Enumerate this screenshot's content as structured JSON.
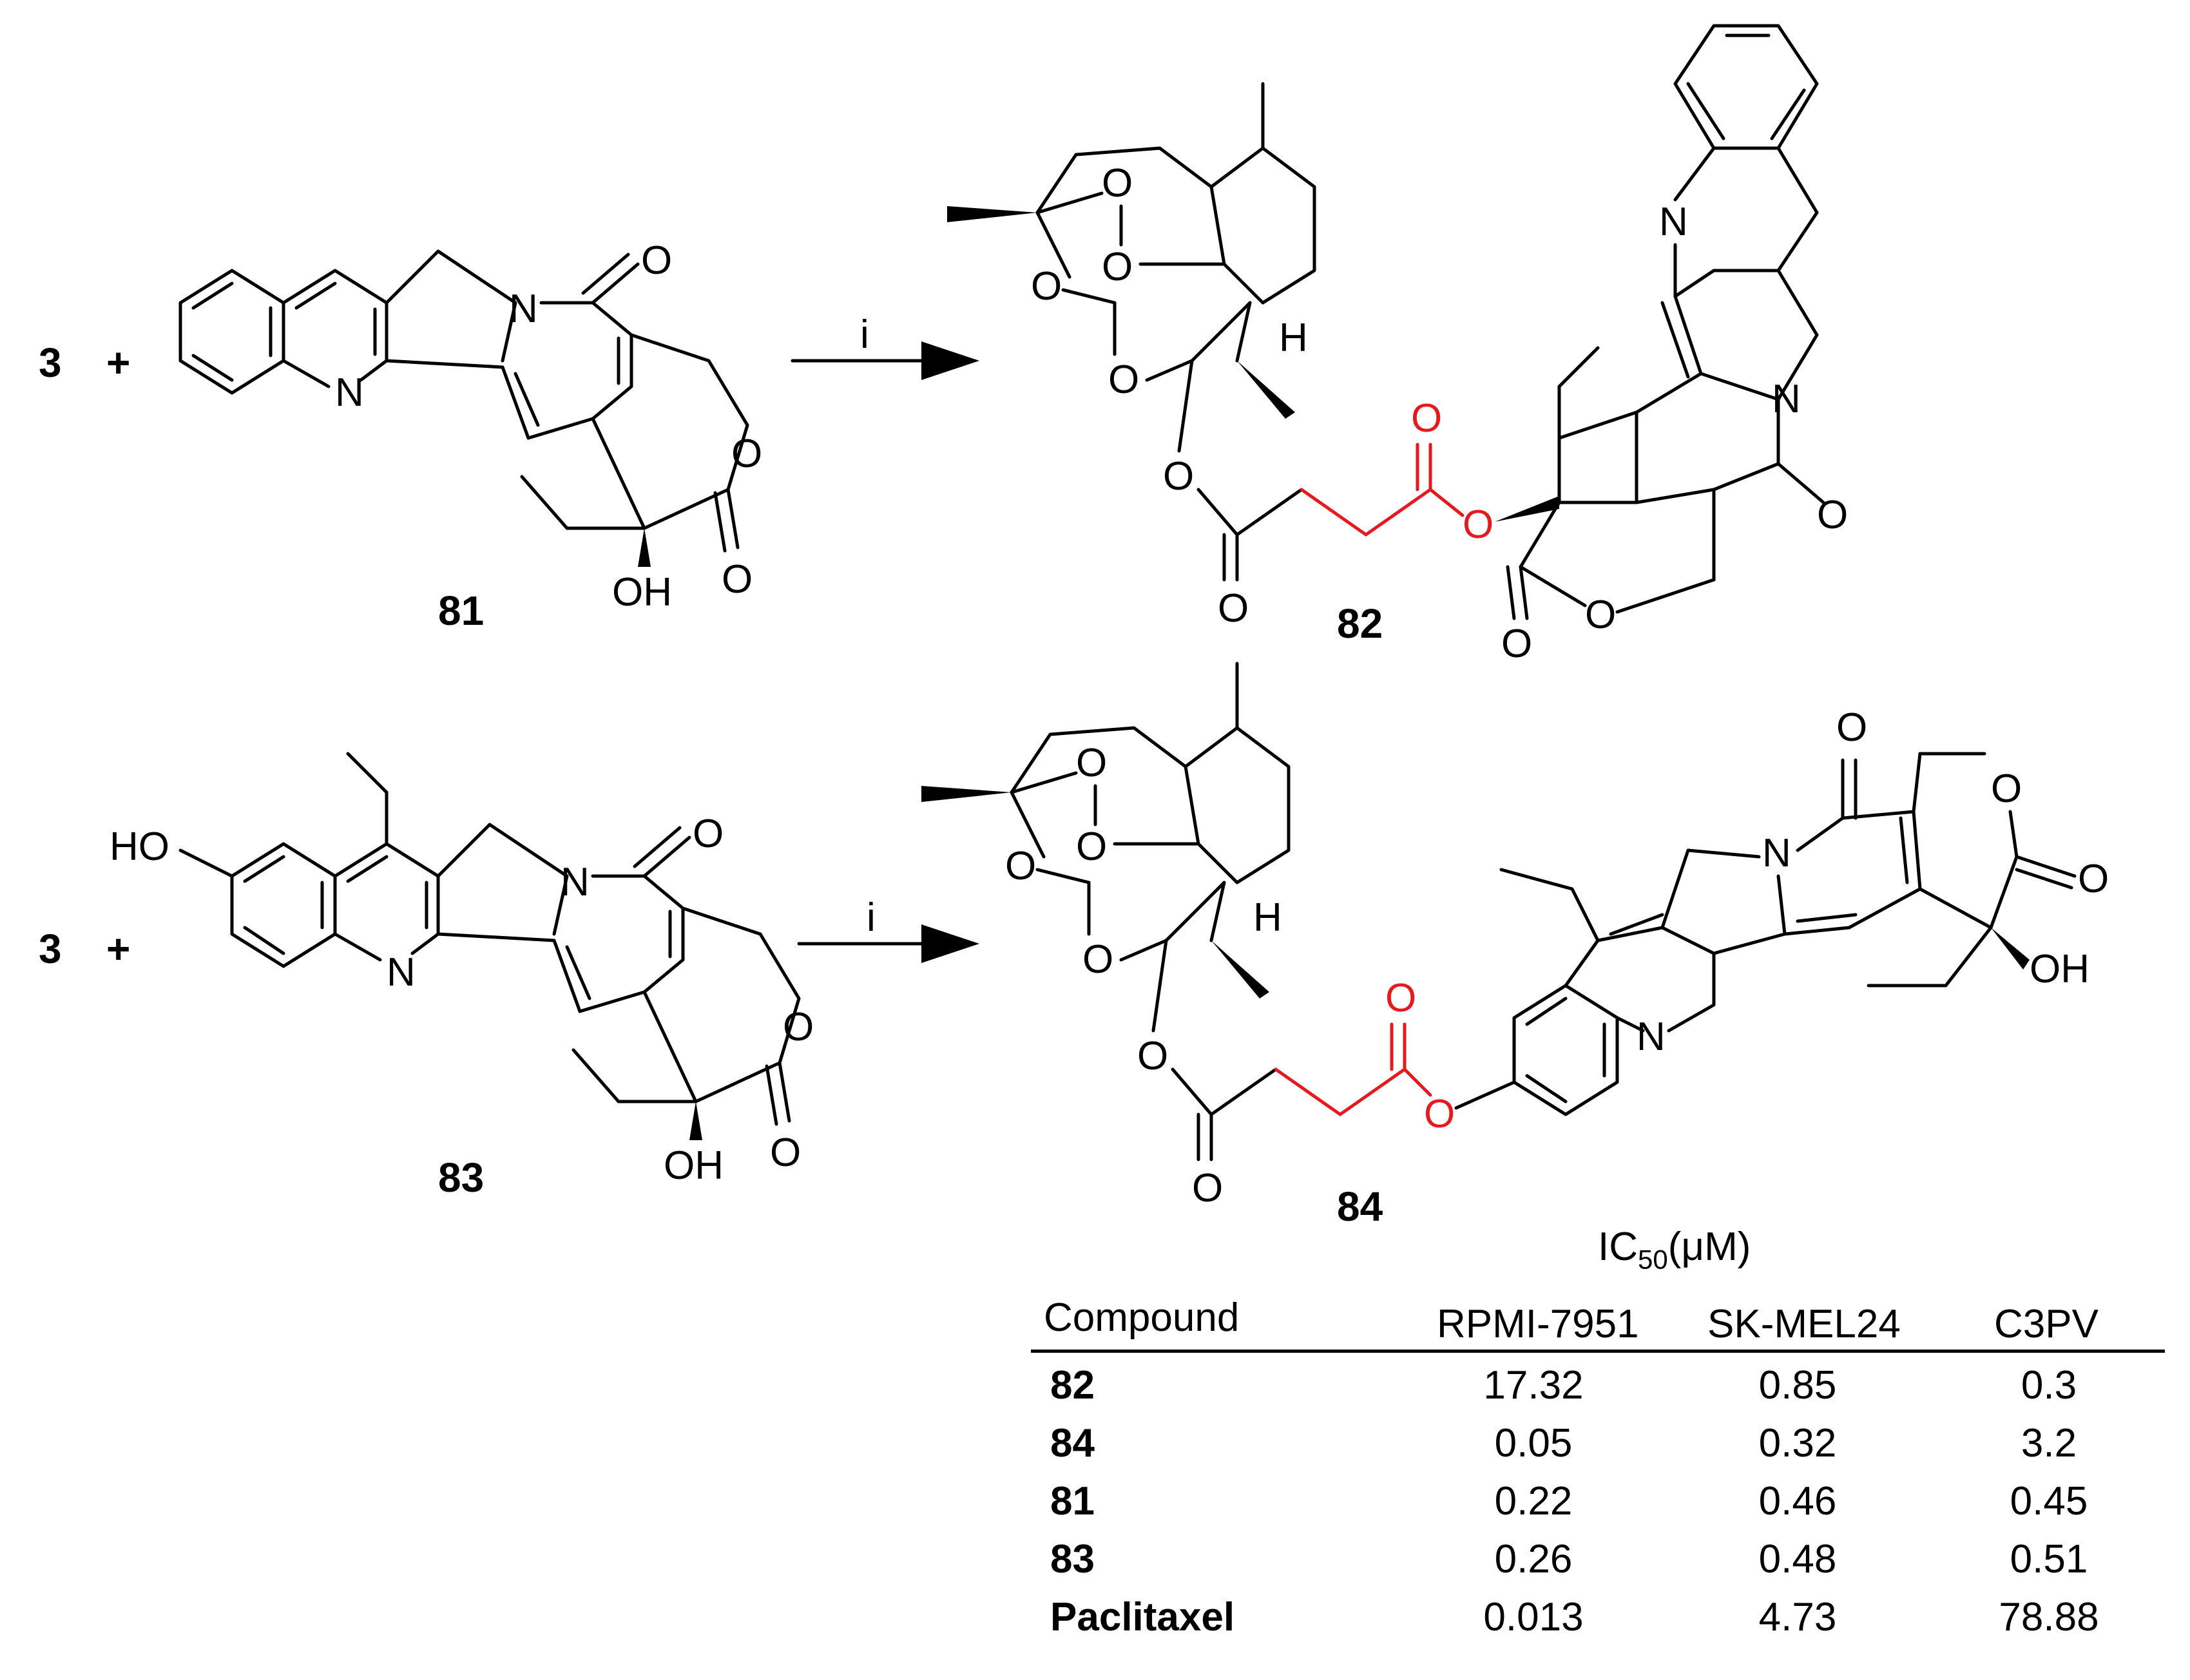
{
  "reaction1": {
    "reagent": "3",
    "plus": "+",
    "condition": "i",
    "reactant_label": "81",
    "product_label": "82"
  },
  "reaction2": {
    "reagent": "3",
    "plus": "+",
    "condition": "i",
    "reactant_label": "83",
    "product_label": "84"
  },
  "atoms": {
    "N": "N",
    "O": "O",
    "OH": "OH",
    "HO": "HO",
    "H": "H"
  },
  "colors": {
    "linker": "#e8191e",
    "bonds": "#000000"
  },
  "table": {
    "title_prefix": "IC",
    "title_sub": "50",
    "title_suffix": "(μM)",
    "headers": [
      "Compound",
      "RPMI-7951",
      "SK-MEL24",
      "C3PV"
    ],
    "rows": [
      [
        "82",
        "17.32",
        "0.85",
        "0.3"
      ],
      [
        "84",
        "0.05",
        "0.32",
        "3.2"
      ],
      [
        "81",
        "0.22",
        "0.46",
        "0.45"
      ],
      [
        "83",
        "0.26",
        "0.48",
        "0.51"
      ],
      [
        "Paclitaxel",
        "0.013",
        "4.73",
        "78.88"
      ]
    ]
  }
}
